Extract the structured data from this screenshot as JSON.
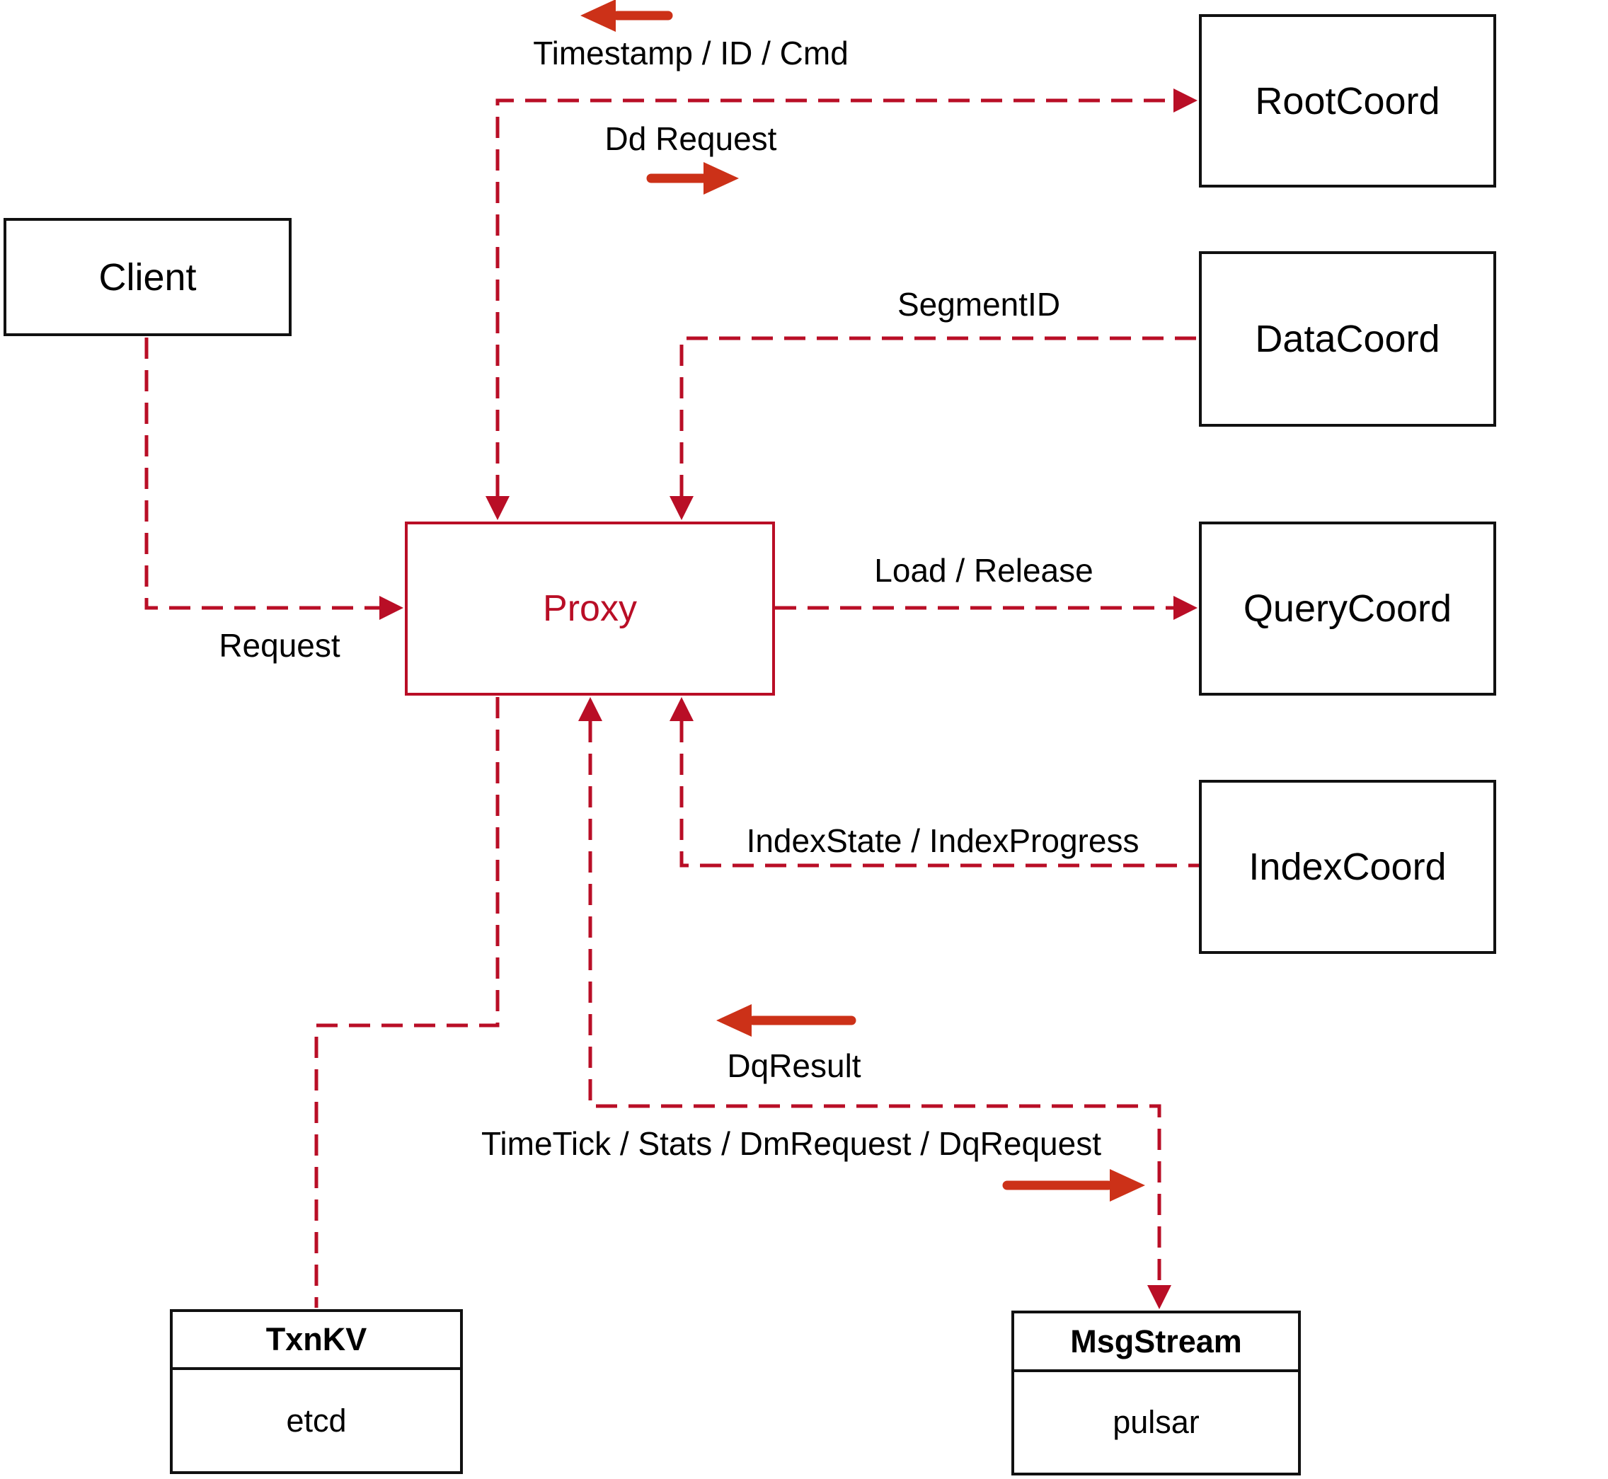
{
  "colors": {
    "dashed_line": "#b90e26",
    "solid_arrow": "#cc3118",
    "box_border": "#111111",
    "text_color": "#000000",
    "background": "#ffffff"
  },
  "nodes": {
    "client": {
      "label": "Client"
    },
    "proxy": {
      "label": "Proxy"
    },
    "root_coord": {
      "label": "RootCoord"
    },
    "data_coord": {
      "label": "DataCoord"
    },
    "query_coord": {
      "label": "QueryCoord"
    },
    "index_coord": {
      "label": "IndexCoord"
    },
    "txn_kv": {
      "title": "TxnKV",
      "impl": "etcd"
    },
    "msg_stream": {
      "title": "MsgStream",
      "impl": "pulsar"
    }
  },
  "edge_labels": {
    "timestamp_id_cmd": "Timestamp / ID / Cmd",
    "dd_request": "Dd Request",
    "segment_id": "SegmentID",
    "load_release": "Load / Release",
    "request": "Request",
    "index_state": "IndexState / IndexProgress",
    "dq_result": "DqResult",
    "time_tick": "TimeTick / Stats / DmRequest / DqRequest"
  }
}
